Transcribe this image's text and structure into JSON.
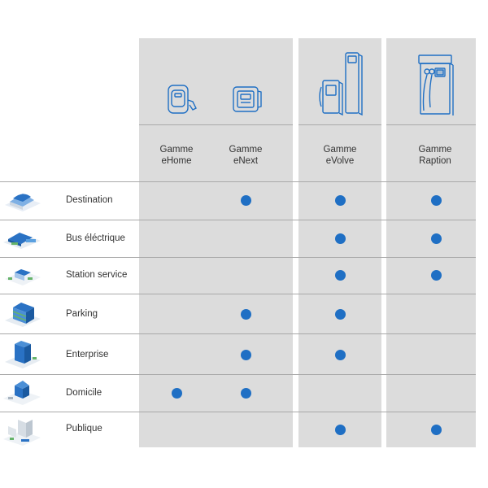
{
  "colors": {
    "accent": "#1f6fc4",
    "column_bg": "#dcdcdc",
    "divider": "#a9a9a9"
  },
  "columns": [
    {
      "id": "ehome",
      "line1": "Gamme",
      "line2": "eHome",
      "icon": "wallbox-ehome-icon"
    },
    {
      "id": "enext",
      "line1": "Gamme",
      "line2": "eNext",
      "icon": "wallbox-enext-icon"
    },
    {
      "id": "evolve",
      "line1": "Gamme",
      "line2": "eVolve",
      "icon": "charging-post-evolve-icon"
    },
    {
      "id": "raption",
      "line1": "Gamme",
      "line2": "Raption",
      "icon": "charging-station-raption-icon"
    }
  ],
  "rows": [
    {
      "label": "Destination",
      "icon": "destination-building-icon",
      "dots": [
        false,
        true,
        true,
        true
      ]
    },
    {
      "label": "Bus éléctrique",
      "icon": "bus-depot-icon",
      "dots": [
        false,
        false,
        true,
        true
      ]
    },
    {
      "label": "Station service",
      "icon": "service-station-icon",
      "dots": [
        false,
        false,
        true,
        true
      ]
    },
    {
      "label": "Parking",
      "icon": "parking-garage-icon",
      "dots": [
        false,
        true,
        true,
        false
      ]
    },
    {
      "label": "Enterprise",
      "icon": "office-building-icon",
      "dots": [
        false,
        true,
        true,
        false
      ]
    },
    {
      "label": "Domicile",
      "icon": "house-icon",
      "dots": [
        true,
        true,
        false,
        false
      ]
    },
    {
      "label": "Publique",
      "icon": "public-street-icon",
      "dots": [
        false,
        false,
        true,
        true
      ]
    }
  ]
}
